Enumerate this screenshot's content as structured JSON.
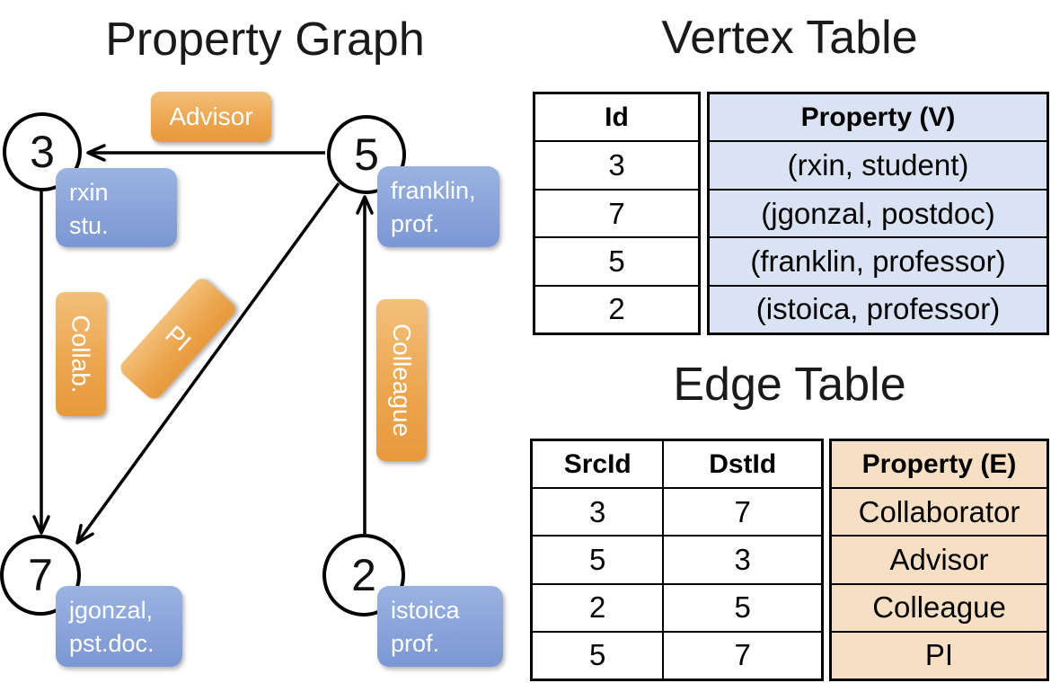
{
  "graph": {
    "title": "Property Graph",
    "nodes": [
      {
        "id": "3",
        "label_lines": [
          "rxin",
          "stu."
        ]
      },
      {
        "id": "5",
        "label_lines": [
          "franklin,",
          "prof."
        ]
      },
      {
        "id": "7",
        "label_lines": [
          "jgonzal,",
          "pst.doc."
        ]
      },
      {
        "id": "2",
        "label_lines": [
          "istoica",
          "prof."
        ]
      }
    ],
    "edges": [
      {
        "src": "5",
        "dst": "3",
        "label": "Advisor"
      },
      {
        "src": "3",
        "dst": "7",
        "label": "Collab."
      },
      {
        "src": "5",
        "dst": "7",
        "label": "PI"
      },
      {
        "src": "2",
        "dst": "5",
        "label": "Colleague"
      }
    ]
  },
  "vertex_table": {
    "title": "Vertex Table",
    "columns": {
      "id": "Id",
      "property": "Property (V)"
    },
    "rows": [
      {
        "id": "3",
        "property": "(rxin, student)"
      },
      {
        "id": "7",
        "property": "(jgonzal, postdoc)"
      },
      {
        "id": "5",
        "property": "(franklin, professor)"
      },
      {
        "id": "2",
        "property": "(istoica, professor)"
      }
    ]
  },
  "edge_table": {
    "title": "Edge Table",
    "columns": {
      "src": "SrcId",
      "dst": "DstId",
      "property": "Property (E)"
    },
    "rows": [
      {
        "src": "3",
        "dst": "7",
        "property": "Collaborator"
      },
      {
        "src": "5",
        "dst": "3",
        "property": "Advisor"
      },
      {
        "src": "2",
        "dst": "5",
        "property": "Colleague"
      },
      {
        "src": "5",
        "dst": "7",
        "property": "PI"
      }
    ]
  },
  "colors": {
    "edge_label_orange": "#eca64f",
    "vertex_label_blue": "#84a0d8",
    "vertex_table_fill": "#dae3f3",
    "edge_table_fill": "#f6dfc3",
    "line_black": "#000000"
  }
}
